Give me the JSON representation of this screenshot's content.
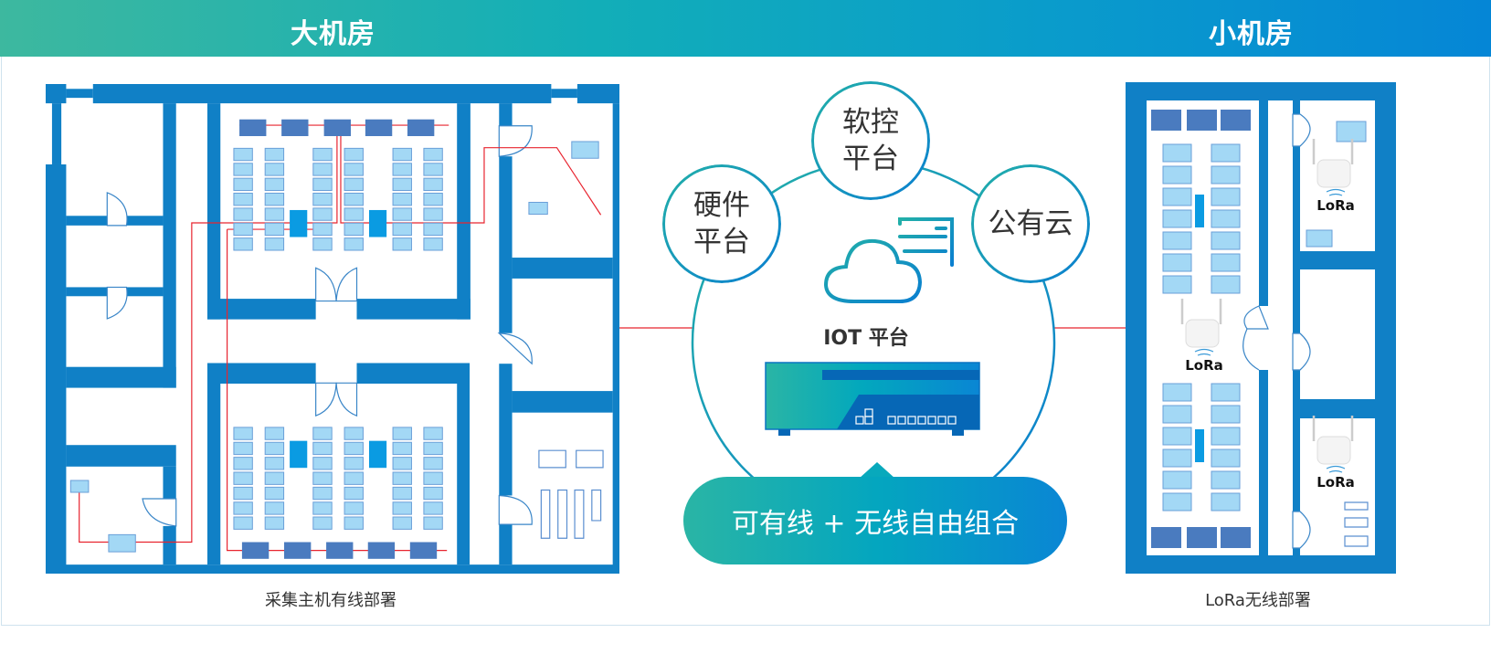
{
  "header": {
    "left_title": "大机房",
    "right_title": "小机房"
  },
  "left_section": {
    "caption": "采集主机有线部署"
  },
  "right_section": {
    "caption": "LoRa无线部署",
    "lora_label": "LoRa"
  },
  "center": {
    "bubbles": [
      {
        "label": "硬件平台"
      },
      {
        "label": "软控平台"
      },
      {
        "label": "公有云"
      }
    ],
    "platform_label": "IOT 平台",
    "banner": "可有线 + 无线自由组合"
  },
  "colors": {
    "wall": "#1080c6",
    "rack_light": "#a3d8f5",
    "rack_dark": "#4a7bbf",
    "wire": "#e8242f",
    "gradient_start": "#2ab5a5",
    "gradient_end": "#0a86d4"
  }
}
